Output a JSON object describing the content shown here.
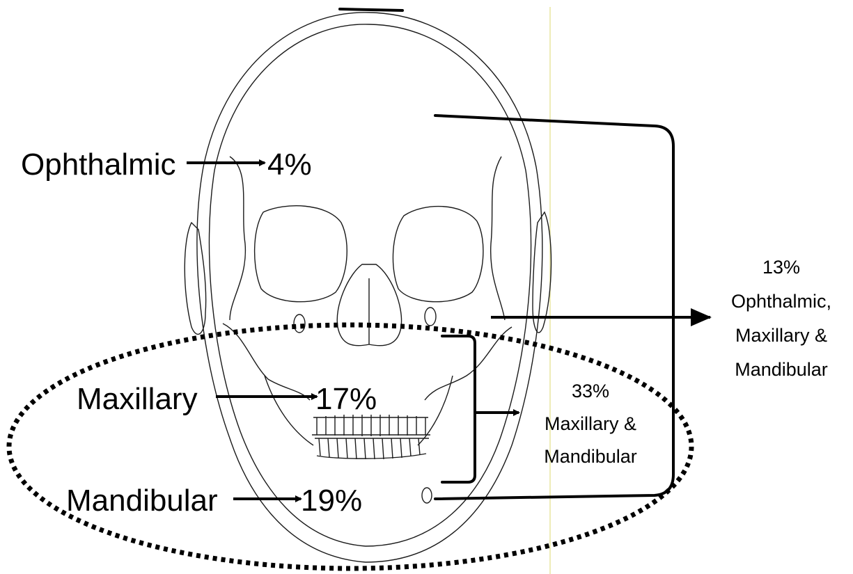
{
  "branches": {
    "ophthalmic": {
      "label": "Ophthalmic",
      "percent": "4%"
    },
    "maxillary": {
      "label": "Maxillary",
      "percent": "17%"
    },
    "mandibular": {
      "label": "Mandibular",
      "percent": "19%"
    }
  },
  "combined": {
    "max_mand": {
      "percent": "33%",
      "lines": [
        "Maxillary &",
        "Mandibular"
      ]
    },
    "all_three": {
      "percent": "13%",
      "lines": [
        "Ophthalmic,",
        "Maxillary &",
        "Mandibular"
      ]
    }
  }
}
